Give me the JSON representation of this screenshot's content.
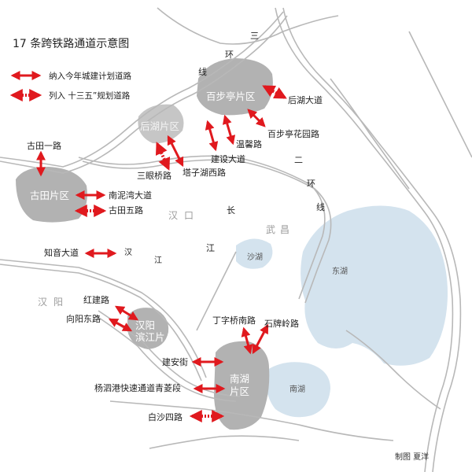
{
  "title": "17 条跨铁路通道示意图",
  "legend": {
    "planned_city": "纳入今年城建计划道路",
    "planned_13th": "列入 十三五”规划道路"
  },
  "districts": {
    "baibuting": "百步亭片区",
    "houhu": "后湖片区",
    "gutian": "古田片区",
    "hanyang_binjiang": "汉阳\n滨江片",
    "nanhu": "南湖\n片区"
  },
  "regions": {
    "hankou_1": "汉",
    "hankou_2": "口",
    "wuchang_1": "武",
    "wuchang_2": "昌",
    "hanyang_1": "汉",
    "hanyang_2": "阳"
  },
  "river": {
    "han_1": "汉",
    "han_2": "江",
    "chang_1": "长",
    "chang_2": "江"
  },
  "lakes": {
    "shahu": "沙湖",
    "donghu": "东湖",
    "nanhu": "南湖"
  },
  "ring": {
    "c1": "三",
    "c2": "环",
    "c3": "线",
    "d1": "二",
    "d2": "环",
    "d3": "线"
  },
  "roads": {
    "houhu_dadao": "后湖大道",
    "baibuting_huayuan": "百步亭花园路",
    "wenxin": "温馨路",
    "jianshe_dadao": "建设大道",
    "tazihu_xi": "塔子湖西路",
    "sanyanqiao": "三眼桥路",
    "gutian_1": "古田一路",
    "nanniwan": "南泥湾大道",
    "gutian_5": "古田五路",
    "zhiyin": "知音大道",
    "hongjian": "红建路",
    "xiangyang_dong": "向阳东路",
    "dingziqiao_nan": "丁字桥南路",
    "shipailing": "石牌岭路",
    "jian_an": "建安街",
    "yangsigang": "杨泗港快速通道青菱段",
    "baisha_4": "白沙四路"
  },
  "credit": "制图 夏洋",
  "colors": {
    "arrow_red": "#e0191e",
    "district_gray": "#b2b2b2",
    "water_blue": "#d4e3ee",
    "rail_gray": "#b8b8b8"
  }
}
